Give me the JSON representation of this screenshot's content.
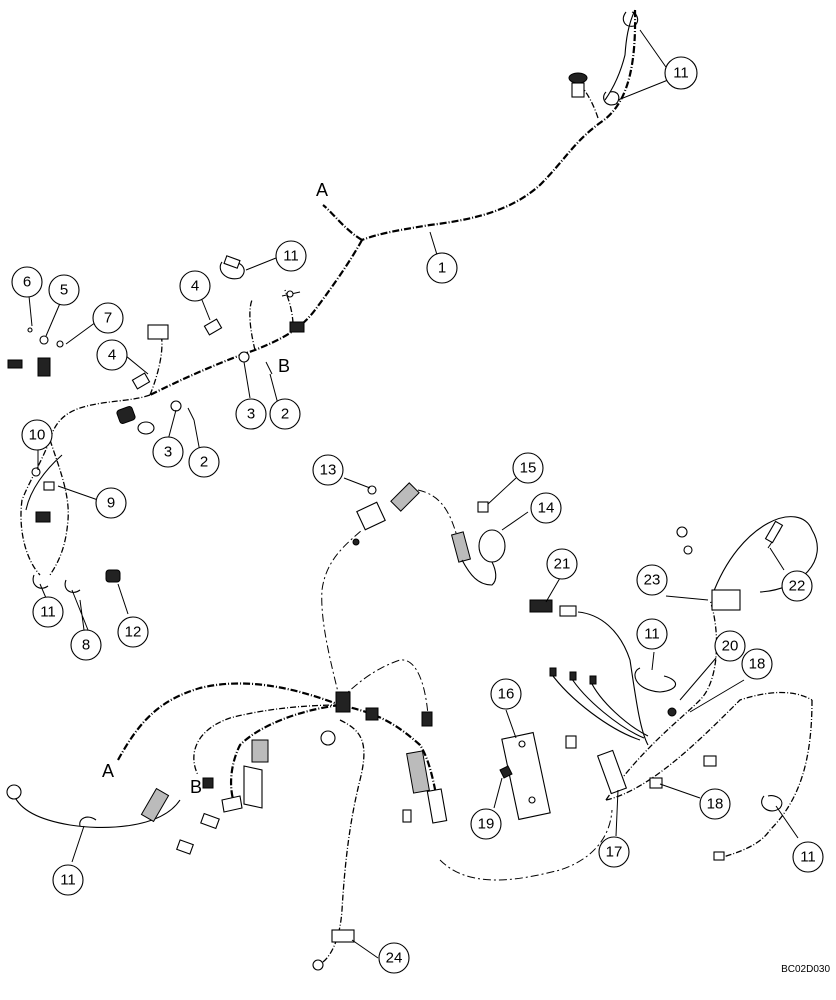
{
  "drawing_code": "BC02D030",
  "callouts": [
    {
      "id": "c11a",
      "label": "11"
    },
    {
      "id": "c1",
      "label": "1"
    },
    {
      "id": "c11b",
      "label": "11"
    },
    {
      "id": "c4a",
      "label": "4"
    },
    {
      "id": "c6",
      "label": "6"
    },
    {
      "id": "c5",
      "label": "5"
    },
    {
      "id": "c7",
      "label": "7"
    },
    {
      "id": "c4b",
      "label": "4"
    },
    {
      "id": "c3a",
      "label": "3"
    },
    {
      "id": "c2a",
      "label": "2"
    },
    {
      "id": "c3b",
      "label": "3"
    },
    {
      "id": "c2b",
      "label": "2"
    },
    {
      "id": "c10",
      "label": "10"
    },
    {
      "id": "c9",
      "label": "9"
    },
    {
      "id": "c11c",
      "label": "11"
    },
    {
      "id": "c8",
      "label": "8"
    },
    {
      "id": "c12",
      "label": "12"
    },
    {
      "id": "c13",
      "label": "13"
    },
    {
      "id": "c15",
      "label": "15"
    },
    {
      "id": "c14",
      "label": "14"
    },
    {
      "id": "c21",
      "label": "21"
    },
    {
      "id": "c22",
      "label": "22"
    },
    {
      "id": "c23",
      "label": "23"
    },
    {
      "id": "c11d",
      "label": "11"
    },
    {
      "id": "c20",
      "label": "20"
    },
    {
      "id": "c18a",
      "label": "18"
    },
    {
      "id": "c16",
      "label": "16"
    },
    {
      "id": "c18b",
      "label": "18"
    },
    {
      "id": "c19",
      "label": "19"
    },
    {
      "id": "c17",
      "label": "17"
    },
    {
      "id": "c11e",
      "label": "11"
    },
    {
      "id": "c11f",
      "label": "11"
    },
    {
      "id": "c24",
      "label": "24"
    }
  ],
  "letters": [
    {
      "id": "A1",
      "label": "A"
    },
    {
      "id": "B1",
      "label": "B"
    },
    {
      "id": "A2",
      "label": "A"
    },
    {
      "id": "B2",
      "label": "B"
    }
  ]
}
